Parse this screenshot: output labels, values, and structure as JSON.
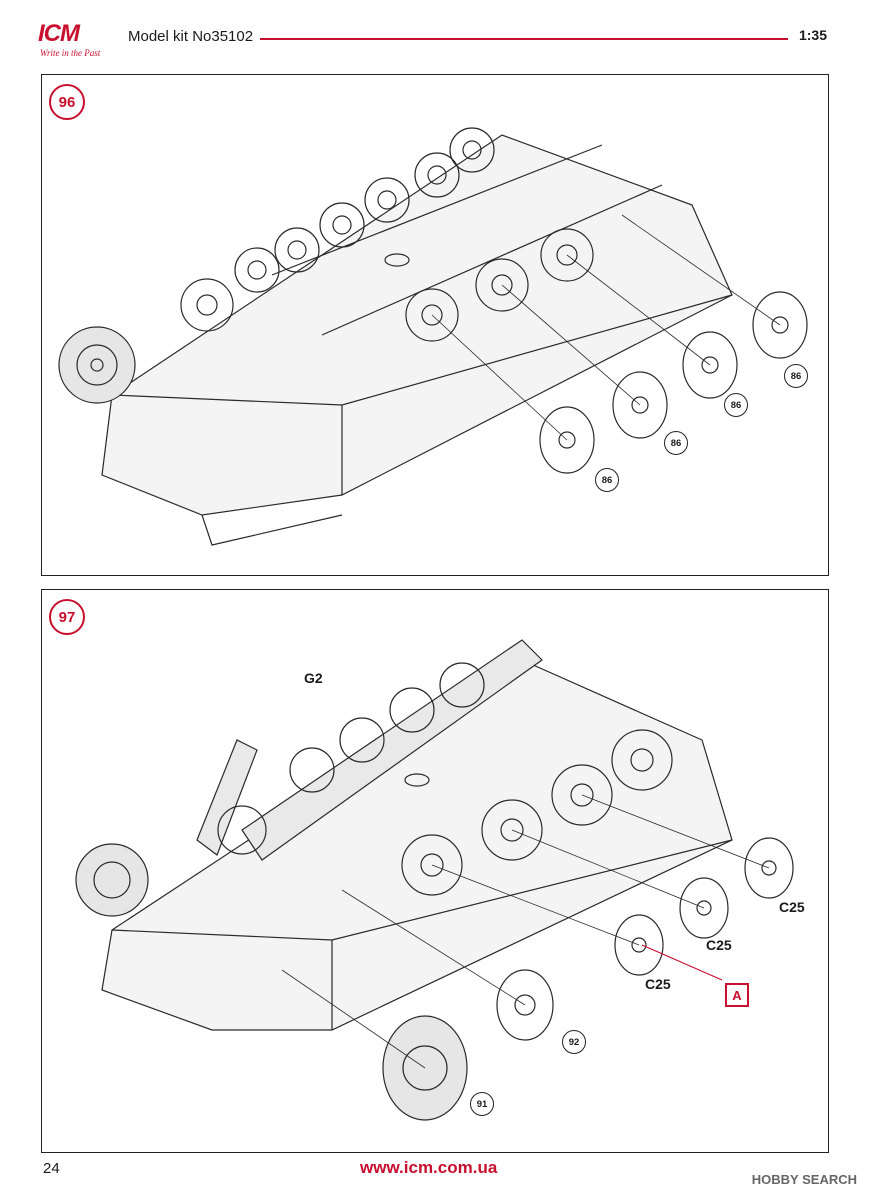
{
  "header": {
    "logo_text": "ICM",
    "logo_tagline": "Write in the Past",
    "kit_title": "Model kit No35102",
    "scale": "1:35",
    "accent_color": "#c8102e"
  },
  "steps": [
    {
      "number": "96",
      "callouts": [
        "86",
        "86",
        "86",
        "86"
      ]
    },
    {
      "number": "97",
      "part_labels": [
        "G2",
        "C25",
        "C25",
        "C25"
      ],
      "callouts": [
        "92",
        "91"
      ],
      "reference_box": "A"
    }
  ],
  "footer": {
    "page_number": "24",
    "url": "www.icm.com.ua",
    "watermark": "HOBBY SEARCH"
  }
}
